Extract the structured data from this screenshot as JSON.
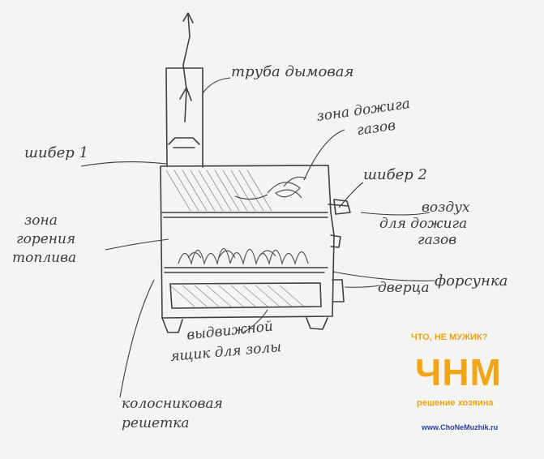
{
  "labels": {
    "chimney": "труба дымовая",
    "damper1": "шибер 1",
    "afterburn_zone_line1": "зона дожига",
    "afterburn_zone_line2": "газов",
    "damper2": "шибер 2",
    "air_line1": "воздух",
    "air_line2": "для дожига",
    "air_line3": "газов",
    "burn_zone_line1": "зона",
    "burn_zone_line2": "горения",
    "burn_zone_line3": "топлива",
    "nozzle": "форсунка",
    "door": "дверца",
    "ash_drawer_line1": "выдвижной",
    "ash_drawer_line2": "ящик для золы",
    "grate_line1": "колосниковая",
    "grate_line2": "решетка"
  },
  "logo": {
    "tagline": "ЧТО, НЕ МУЖИК?",
    "brand": "ЧНМ",
    "subtitle": "решение хозяина",
    "url": "www.ChoNeMuzhik.ru",
    "brand_color": "#f2a516",
    "url_color": "#2a3fa0"
  }
}
